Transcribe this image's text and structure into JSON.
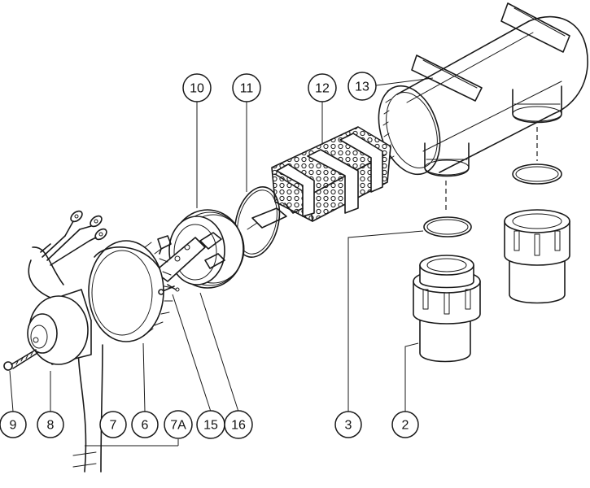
{
  "callouts": {
    "c10": "10",
    "c11": "11",
    "c12": "12",
    "c13": "13",
    "c9": "9",
    "c8": "8",
    "c7": "7",
    "c6": "6",
    "c7a": "7A",
    "c15": "15",
    "c16": "16",
    "c3": "3",
    "c2": "2"
  }
}
